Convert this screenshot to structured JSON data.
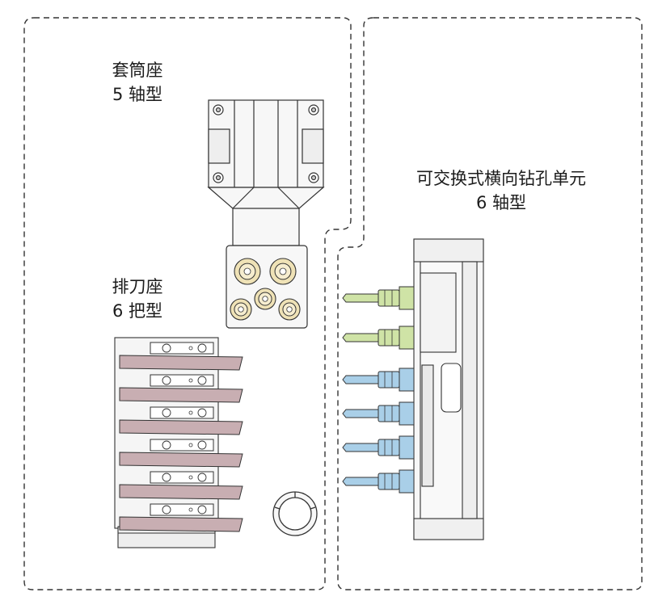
{
  "labels": {
    "socket_seat": {
      "line1": "套筒座",
      "line2": "5 轴型"
    },
    "tool_gang": {
      "line1": "排刀座",
      "line2": "6 把型"
    },
    "cross_drill": {
      "line1": "可交换式横向钻孔单元",
      "line2": "6 轴型"
    }
  },
  "colors": {
    "outline": "#333333",
    "gang_blade": "#c8aeb2",
    "socket_fill": "#efe2b6",
    "green_spindle": "#cfe3a6",
    "blue_spindle": "#a9cfe8",
    "panel_fill": "#f7f7f7"
  },
  "counts": {
    "socket_collets": 5,
    "gang_tools": 6,
    "green_spindles": 2,
    "blue_spindles": 4
  }
}
